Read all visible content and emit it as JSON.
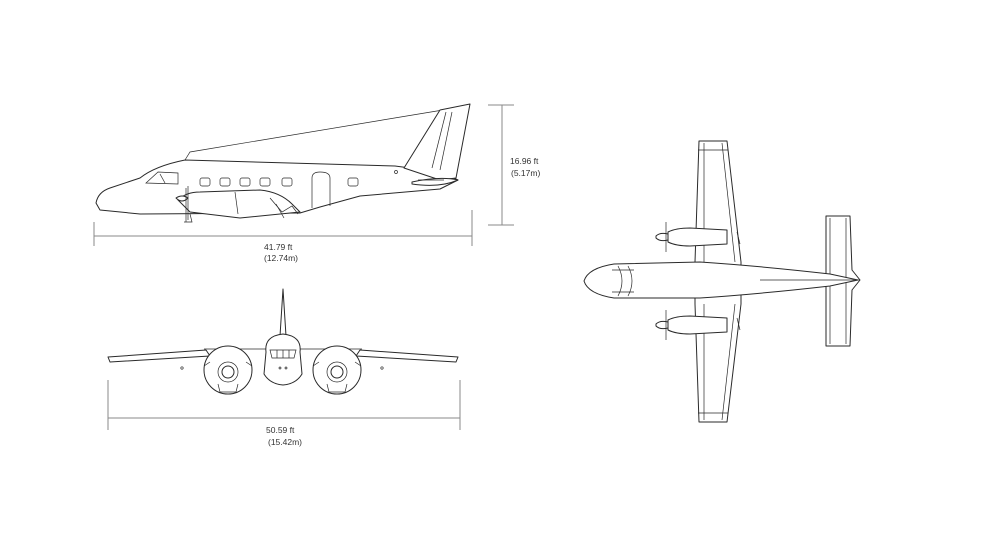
{
  "side_view": {
    "length_ft": "41.79 ft",
    "length_m": "(12.74m)",
    "height_ft": "16.96 ft",
    "height_m": "(5.17m)"
  },
  "front_view": {
    "span_ft": "50.59 ft",
    "span_m": "(15.42m)"
  }
}
